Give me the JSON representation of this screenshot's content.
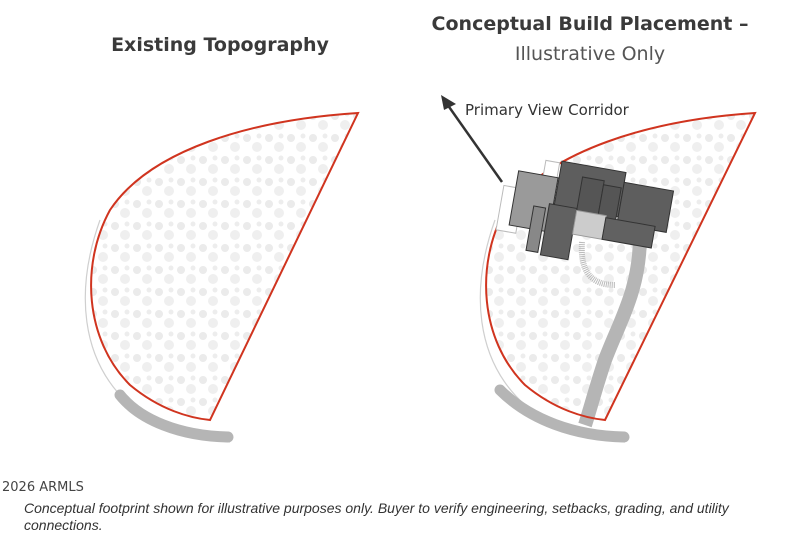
{
  "left_panel": {
    "title": "Existing Topography"
  },
  "right_panel": {
    "title_line1": "Conceptual Build Placement –",
    "title_line2": "Illustrative Only",
    "arrow_label": "Primary View Corridor"
  },
  "caption": "Conceptual footprint shown for illustrative purposes only. Buyer to verify engineering, setbacks, grading, and utility connections.",
  "copyright": "2026 ARMLS",
  "colors": {
    "boundary": "#d0341f",
    "road": "#b5b5b5",
    "building_dark": "#5a5a5a",
    "building_light": "#9a9a9a",
    "trees": "#ececec"
  }
}
